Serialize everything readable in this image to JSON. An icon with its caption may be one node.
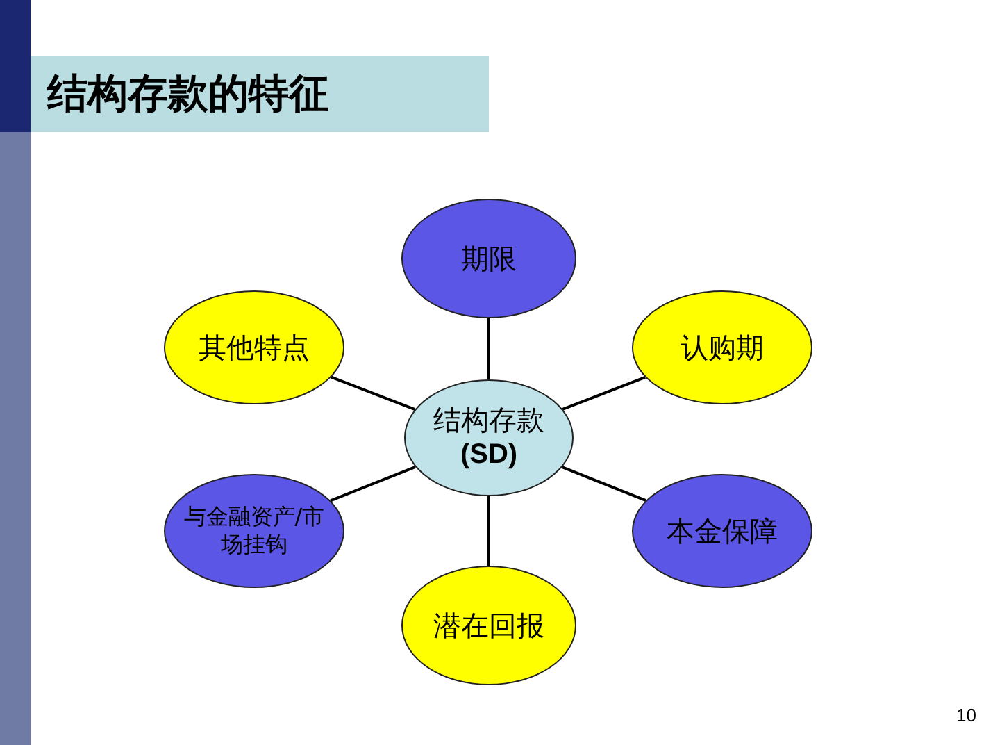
{
  "diagram": {
    "title": "结构存款的特征",
    "nodes": [
      {
        "text": [
          "结构存款",
          "(SD)"
        ]
      },
      {
        "text": [
          "期限"
        ]
      },
      {
        "text": [
          "认购期"
        ]
      },
      {
        "text": [
          "本金保障"
        ]
      },
      {
        "text": [
          "潜在回报"
        ]
      },
      {
        "text": [
          "与金融资产/市场挂钩"
        ]
      },
      {
        "text": [
          "其他特点"
        ]
      }
    ],
    "edges": [
      {
        "from": 0,
        "to": 1,
        "arrow": "none"
      },
      {
        "from": 0,
        "to": 2,
        "arrow": "none"
      },
      {
        "from": 0,
        "to": 3,
        "arrow": "none"
      },
      {
        "from": 0,
        "to": 4,
        "arrow": "none"
      },
      {
        "from": 0,
        "to": 5,
        "arrow": "none"
      },
      {
        "from": 0,
        "to": 6,
        "arrow": "none"
      }
    ],
    "labels": [
      "10"
    ]
  }
}
